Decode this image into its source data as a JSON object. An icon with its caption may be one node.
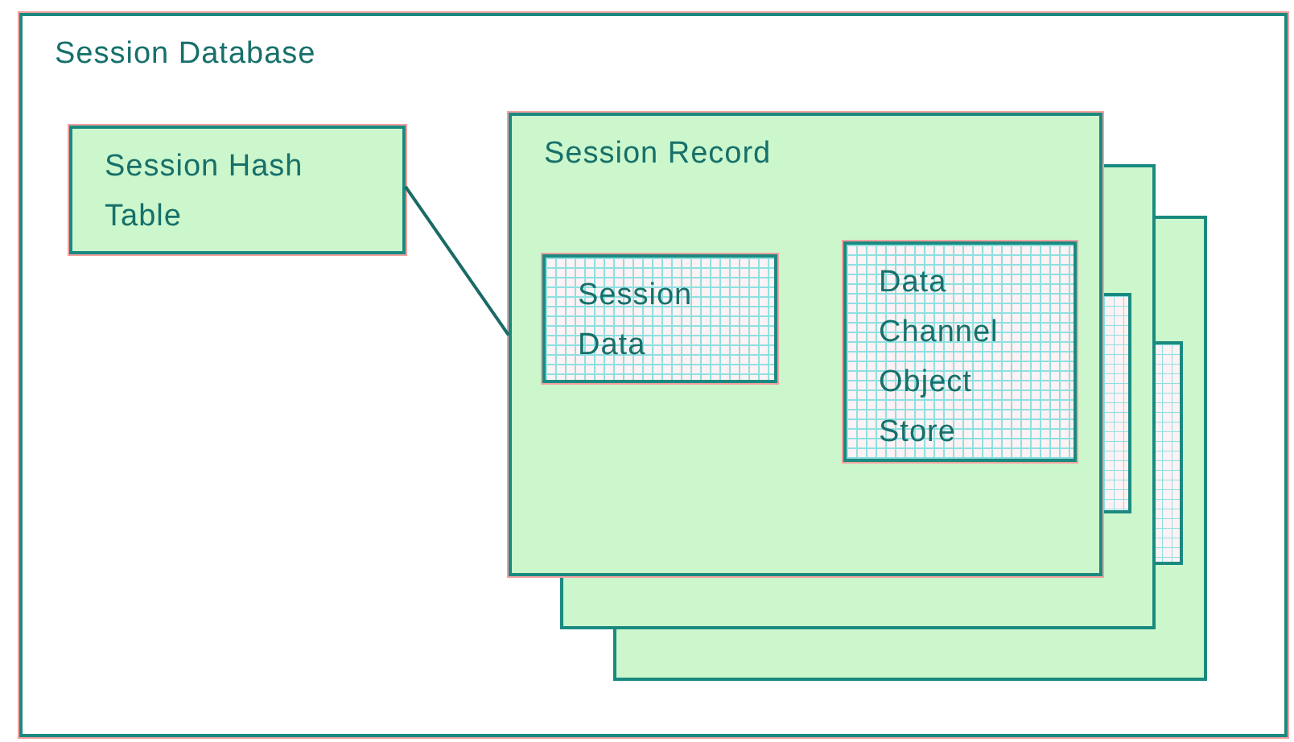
{
  "diagram": {
    "nodes": [
      {
        "text": [
          "Session Database"
        ]
      },
      {
        "text": [
          "Session Hash Table"
        ],
        "in": 0
      },
      {
        "text": [
          "Session Record"
        ],
        "in": 0
      },
      {
        "text": [
          "Session Data"
        ],
        "in": 2
      },
      {
        "text": [
          "Data Channel Object Store"
        ],
        "in": 2
      }
    ],
    "edges": [
      {
        "from": 1,
        "to": 2,
        "arrow": "none"
      }
    ]
  }
}
